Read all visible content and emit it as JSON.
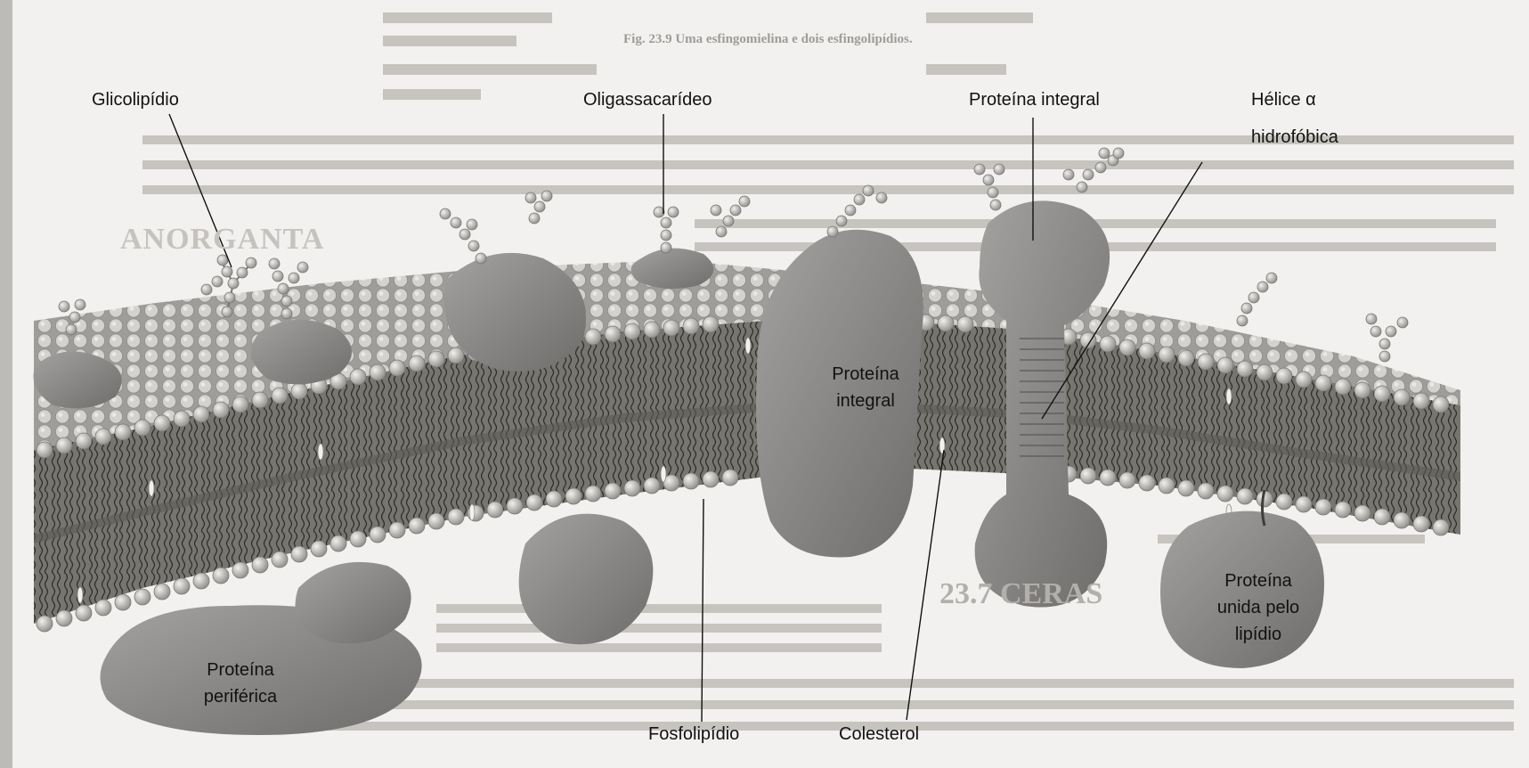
{
  "figure": {
    "labels": {
      "glicolipidio": "Glicolipídio",
      "oligassacarideo": "Oligassacarídeo",
      "proteina_integral_top": "Proteína integral",
      "helice_line1": "Hélice α",
      "helice_line2": "hidrofóbica",
      "proteina_integral_inner_line1": "Proteína",
      "proteina_integral_inner_line2": "integral",
      "proteina_periferica_line1": "Proteína",
      "proteina_periferica_line2": "periférica",
      "fosfolipidio": "Fosfolipídio",
      "colesterol": "Colesterol",
      "proteina_lipidio_line1": "Proteína",
      "proteina_lipidio_line2": "unida pelo",
      "proteina_lipidio_line3": "lipídio"
    }
  },
  "background_page": {
    "fig_caption": "Fig. 23.9  Uma esfingomielina e dois esfingolipídios.",
    "section_heading": "23.7 CERAS",
    "big_word": "ANORGANTA"
  },
  "colors": {
    "membrane_dark": "#6e6c6a",
    "head_light": "#cfcdca",
    "protein_gray": "#8c8a88",
    "paper": "#f2f1ef"
  }
}
